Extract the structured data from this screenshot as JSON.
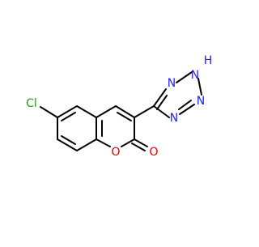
{
  "molecule": {
    "atoms": {
      "chlorine": "Cl",
      "ring_oxygen": "O",
      "carbonyl_oxygen": "O",
      "tetrazole_n1": "N",
      "tetrazole_n2": "N",
      "tetrazole_n3": "N",
      "tetrazole_n4_nh": "N",
      "tetrazole_h": "H"
    },
    "colors": {
      "carbon_bond": "#000000",
      "chlorine": "#1fa01f",
      "oxygen": "#e00000",
      "nitrogen": "#2020ff",
      "background": "#ffffff"
    }
  }
}
